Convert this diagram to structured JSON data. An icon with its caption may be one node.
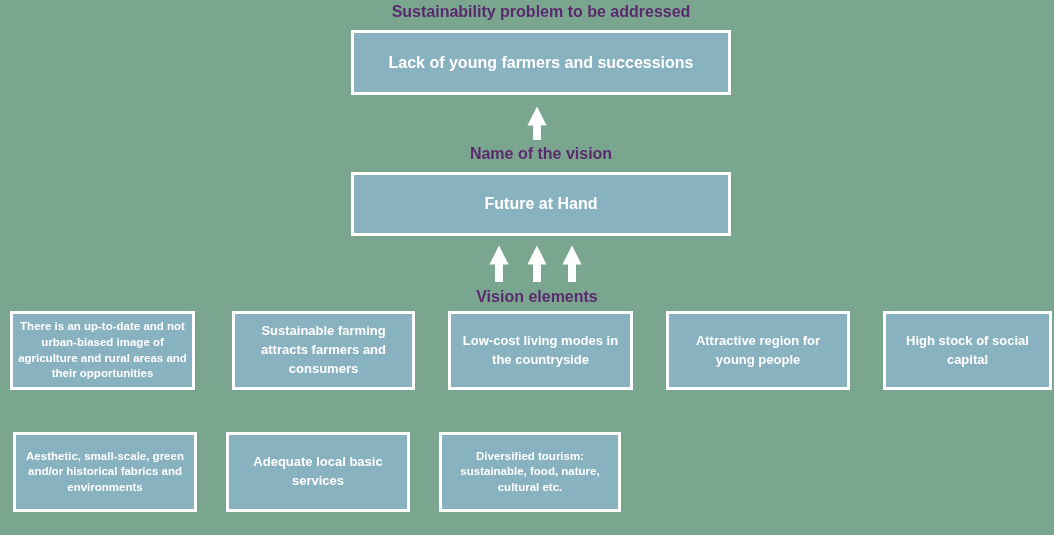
{
  "diagram": {
    "nodes": [
      {
        "text": [
          "Sustainability problem to be addressed",
          "Lack of young farmers and successions"
        ]
      },
      {
        "text": [
          "Name of the vision",
          "Future at Hand"
        ]
      },
      {
        "text": [
          "There is an up-to-date and not urban-biased image of agriculture and rural areas and their opportunities"
        ]
      },
      {
        "text": [
          "Sustainable farming attracts farmers and consumers"
        ]
      },
      {
        "text": [
          "Low-cost living modes in the countryside"
        ]
      },
      {
        "text": [
          "Attractive region for young people"
        ]
      },
      {
        "text": [
          "High stock of social capital"
        ]
      },
      {
        "text": [
          "Aesthetic, small-scale, green and/or historical fabrics and environments"
        ]
      },
      {
        "text": [
          "Adequate local basic services"
        ]
      },
      {
        "text": [
          "Diversified tourism: sustainable, food, nature, cultural etc."
        ]
      },
      {
        "text": [
          "Vision elements"
        ]
      }
    ],
    "edges": [
      {
        "from": 1,
        "to": 0,
        "arrow": "to"
      },
      {
        "from": 10,
        "to": 1,
        "arrow": "to"
      },
      {
        "from": 10,
        "to": 1,
        "arrow": "to"
      },
      {
        "from": 10,
        "to": 1,
        "arrow": "to"
      }
    ]
  }
}
